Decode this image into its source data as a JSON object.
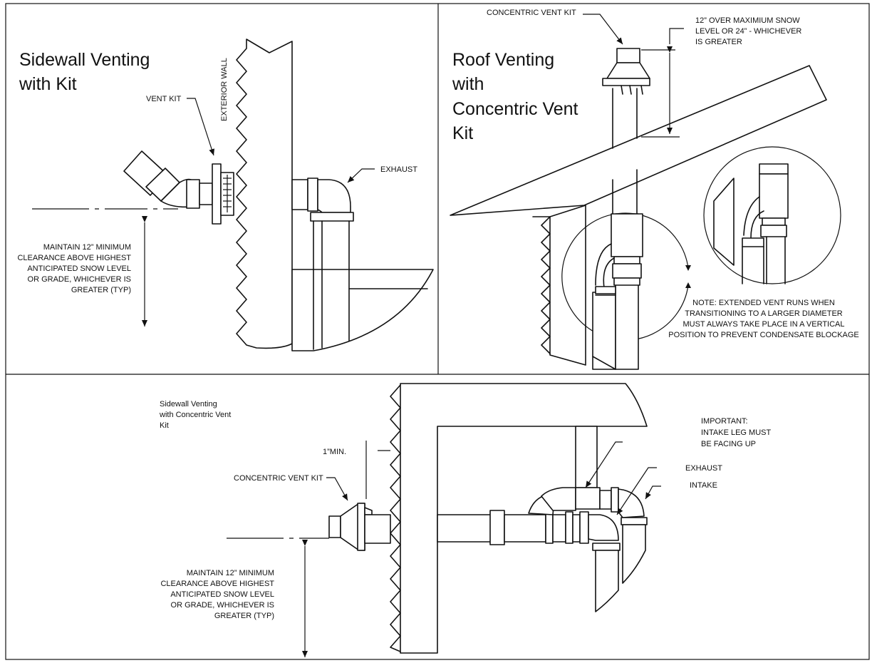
{
  "panels": {
    "sidewall_kit": {
      "title_lines": [
        "Sidewall Venting",
        "with Kit"
      ],
      "vent_kit_label": "VENT KIT",
      "exterior_wall_label": "EXTERIOR WALL",
      "exhaust_label": "EXHAUST",
      "clearance_lines": [
        "MAINTAIN 12” MINIMUM",
        "CLEARANCE ABOVE HIGHEST",
        "ANTICIPATED SNOW LEVEL",
        "OR GRADE, WHICHEVER IS",
        "GREATER (TYP)"
      ]
    },
    "roof_concentric": {
      "title_lines": [
        "Roof Venting",
        "with",
        "Concentric Vent",
        "Kit"
      ],
      "concentric_kit_label": "CONCENTRIC VENT KIT",
      "snow_lines": [
        "12” OVER MAXIMIUM SNOW",
        "LEVEL OR 24” - WHICHEVER",
        "IS GREATER"
      ],
      "note_lines": [
        "NOTE: EXTENDED VENT RUNS WHEN",
        "TRANSITIONING TO A LARGER DIAMETER",
        "MUST ALWAYS TAKE PLACE IN A VERTICAL",
        "POSITION TO PREVENT CONDENSATE BLOCKAGE"
      ]
    },
    "sidewall_concentric": {
      "title_lines": [
        "Sidewall Venting",
        "with Concentric Vent",
        "Kit"
      ],
      "min_label": "1”MIN.",
      "concentric_kit_label": "CONCENTRIC VENT KIT",
      "important_lines": [
        "IMPORTANT:",
        "INTAKE LEG MUST",
        "BE FACING UP"
      ],
      "exhaust_label": "EXHAUST",
      "intake_label": "INTAKE",
      "clearance_lines": [
        "MAINTAIN 12” MINIMUM",
        "CLEARANCE ABOVE HIGHEST",
        "ANTICIPATED SNOW LEVEL",
        "OR GRADE, WHICHEVER IS",
        "GREATER (TYP)"
      ]
    }
  }
}
